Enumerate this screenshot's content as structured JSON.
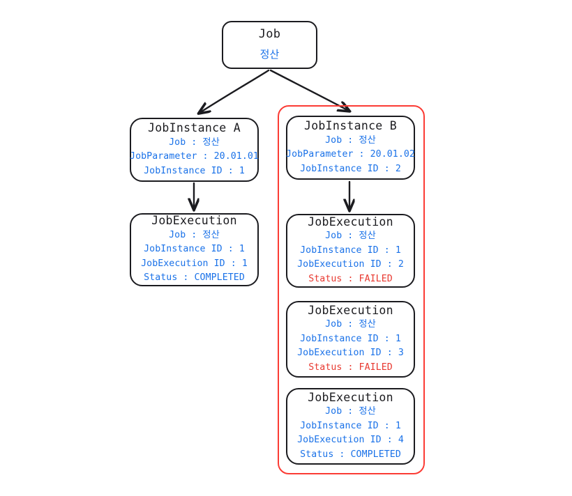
{
  "diagram": {
    "title_node": {
      "title": "Job",
      "rows": [
        {
          "text": "정산",
          "status": "normal"
        }
      ]
    },
    "job_instances": [
      {
        "name": "jobinstance-a",
        "title": "JobInstance A",
        "rows": [
          {
            "text": "Job : 정산",
            "status": "normal"
          },
          {
            "text": "JobParameter : 20.01.01",
            "status": "normal"
          },
          {
            "text": "JobInstance ID : 1",
            "status": "normal"
          }
        ]
      },
      {
        "name": "jobinstance-b",
        "title": "JobInstance B",
        "rows": [
          {
            "text": "Job : 정산",
            "status": "normal"
          },
          {
            "text": "JobParameter : 20.01.02",
            "status": "normal"
          },
          {
            "text": "JobInstance ID : 2",
            "status": "normal"
          }
        ]
      }
    ],
    "job_executions_a": [
      {
        "name": "jobexecution-a1",
        "title": "JobExecution",
        "rows": [
          {
            "text": "Job : 정산",
            "status": "normal"
          },
          {
            "text": "JobInstance ID : 1",
            "status": "normal"
          },
          {
            "text": "JobExecution ID : 1",
            "status": "normal"
          },
          {
            "text": "Status : COMPLETED",
            "status": "normal"
          }
        ]
      }
    ],
    "job_executions_b": [
      {
        "name": "jobexecution-b1",
        "title": "JobExecution",
        "rows": [
          {
            "text": "Job : 정산",
            "status": "normal"
          },
          {
            "text": "JobInstance ID : 1",
            "status": "normal"
          },
          {
            "text": "JobExecution ID : 2",
            "status": "normal"
          },
          {
            "text": "Status : FAILED",
            "status": "failed"
          }
        ]
      },
      {
        "name": "jobexecution-b2",
        "title": "JobExecution",
        "rows": [
          {
            "text": "Job : 정산",
            "status": "normal"
          },
          {
            "text": "JobInstance ID : 1",
            "status": "normal"
          },
          {
            "text": "JobExecution ID : 3",
            "status": "normal"
          },
          {
            "text": "Status : FAILED",
            "status": "failed"
          }
        ]
      },
      {
        "name": "jobexecution-b3",
        "title": "JobExecution",
        "rows": [
          {
            "text": "Job : 정산",
            "status": "normal"
          },
          {
            "text": "JobInstance ID : 1",
            "status": "normal"
          },
          {
            "text": "JobExecution ID : 4",
            "status": "normal"
          },
          {
            "text": "Status : COMPLETED",
            "status": "normal"
          }
        ]
      }
    ],
    "colors": {
      "stroke": "#1b1b1f",
      "detail_text": "#1971e8",
      "failed_text": "#e8382f",
      "highlight_border": "#fb3b34",
      "background": "#ffffff"
    },
    "connectors": [
      {
        "name": "job-to-jobinstance-a",
        "from": "job",
        "to": "jobinstance-a"
      },
      {
        "name": "job-to-jobinstance-b",
        "from": "job",
        "to": "jobinstance-b"
      },
      {
        "name": "jobinstance-a-to-jobexecution-a1",
        "from": "jobinstance-a",
        "to": "jobexecution-a1"
      },
      {
        "name": "jobinstance-b-to-jobexecution-b1",
        "from": "jobinstance-b",
        "to": "jobexecution-b1"
      }
    ]
  }
}
